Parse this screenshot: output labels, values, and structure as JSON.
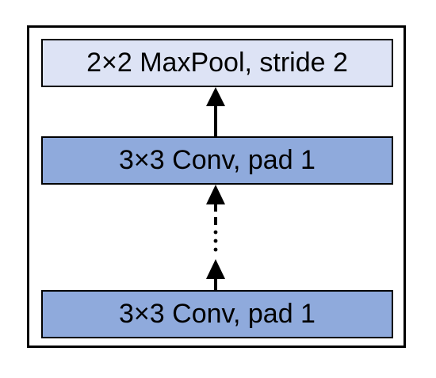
{
  "diagram": {
    "layers": [
      {
        "label": "2×2 MaxPool, stride 2",
        "fill": "#dde3f5"
      },
      {
        "label": "3×3 Conv, pad 1",
        "fill": "#8faadc"
      },
      {
        "label": "3×3 Conv, pad 1",
        "fill": "#8faadc"
      }
    ],
    "ellipsis": "⋮",
    "colors": {
      "border": "#000000",
      "arrow": "#000000",
      "background": "#ffffff"
    }
  }
}
